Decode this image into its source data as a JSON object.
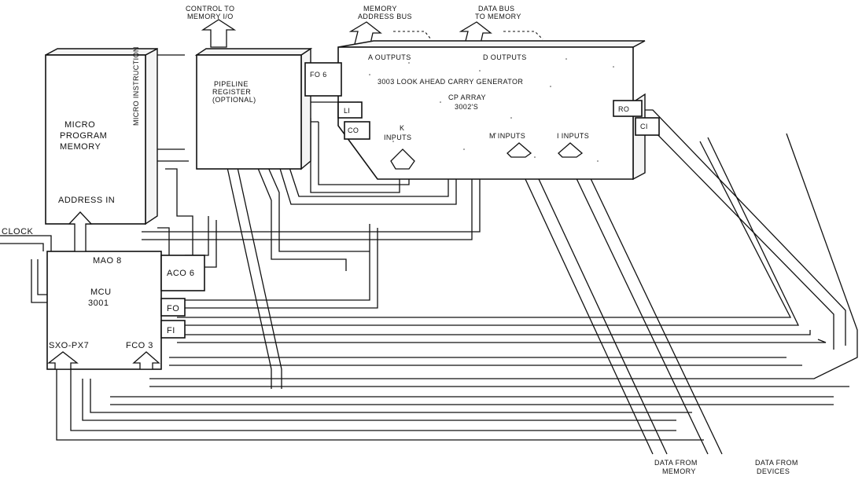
{
  "top_labels": {
    "control_line1": "CONTROL TO",
    "control_line2": "MEMORY I/O",
    "mem_addr_line1": "MEMORY",
    "mem_addr_line2": "ADDRESS BUS",
    "data_bus_line1": "DATA BUS",
    "data_bus_line2": "TO MEMORY"
  },
  "blocks": {
    "micro_program_memory": {
      "line1": "MICRO",
      "line2": "PROGRAM",
      "line3": "MEMORY",
      "side_label": "MICRO INSTRUCTION",
      "address_label": "ADDRESS IN"
    },
    "pipeline_register": {
      "line1": "PIPELINE",
      "line2": "REGISTER",
      "line3": "(OPTIONAL)"
    },
    "mcu": {
      "line1": "MCU",
      "line2": "3001",
      "mao": "MAO 8",
      "aco": "ACO 6",
      "fo": "FO",
      "fi": "FI",
      "sxo": "SXO-PX7",
      "fco": "FCO 3"
    },
    "cp_array": {
      "a_outputs": "A OUTPUTS",
      "d_outputs": "D OUTPUTS",
      "lookahead": "3003 LOOK AHEAD CARRY GENERATOR",
      "line1": "CP ARRAY",
      "line2": "3002'S",
      "k_line1": "K",
      "k_line2": "INPUTS",
      "m_inputs": "M INPUTS",
      "i_inputs": "I INPUTS",
      "fo6": "FO 6",
      "li": "LI",
      "co": "CO",
      "ro": "RO",
      "ci": "CI"
    }
  },
  "left_labels": {
    "clock": "CLOCK"
  },
  "bottom_labels": {
    "mem_line1": "DATA FROM",
    "mem_line2": "MEMORY",
    "dev_line1": "DATA FROM",
    "dev_line2": "DEVICES"
  }
}
